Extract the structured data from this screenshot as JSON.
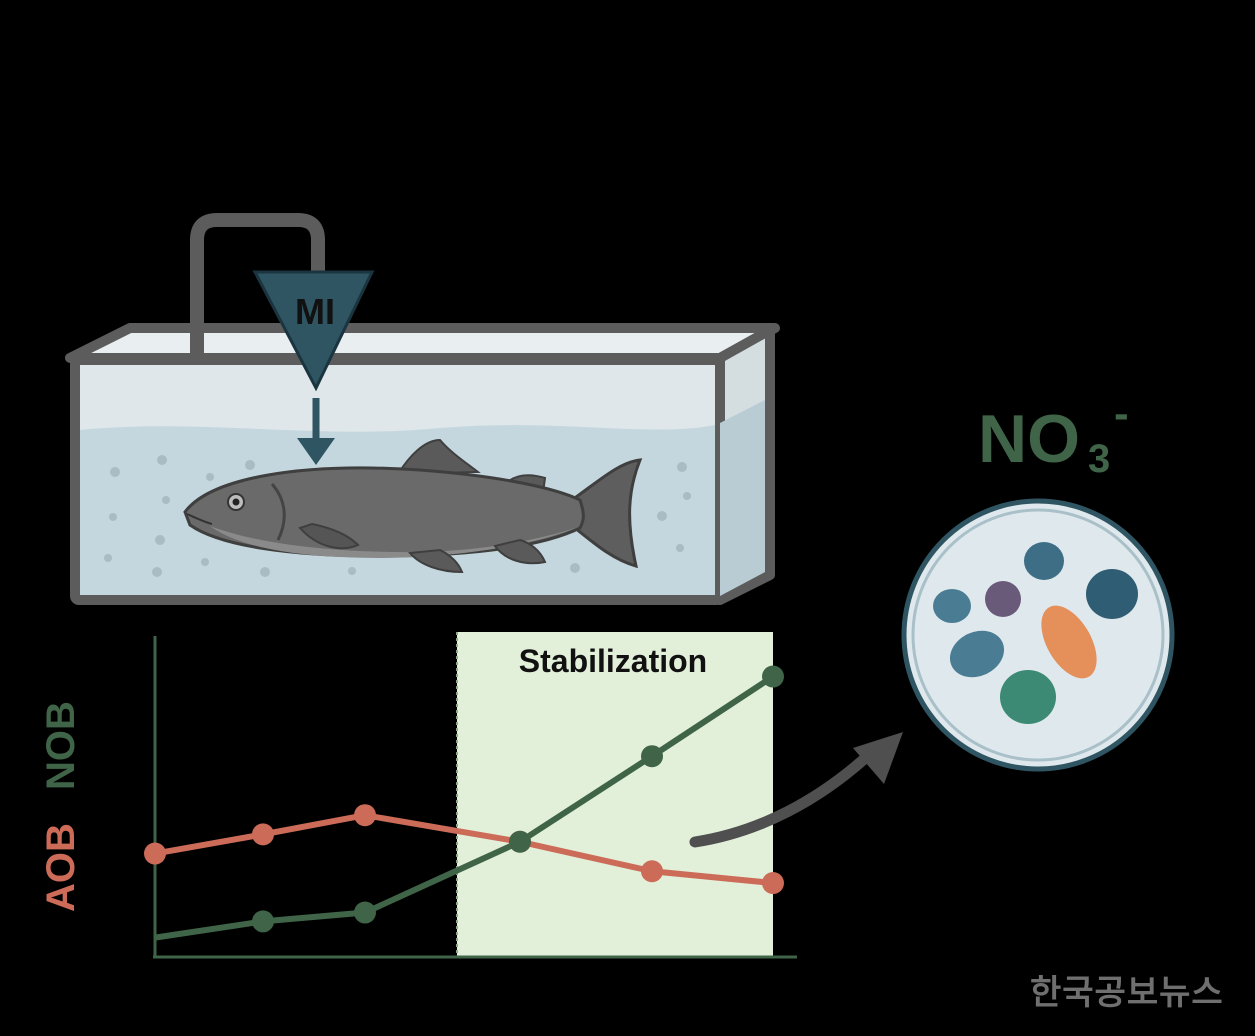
{
  "tank_label": "MI",
  "ion": {
    "base": "NO",
    "subscript": "3",
    "superscript": "-"
  },
  "chart_data": {
    "type": "line",
    "title": "",
    "xlabel": "",
    "ylabel_parts": [
      "AOB",
      "NOB"
    ],
    "x": [
      1,
      2,
      3,
      4,
      5,
      6
    ],
    "series": [
      {
        "name": "AOB",
        "color": "#cc6b57",
        "values": [
          0.62,
          0.75,
          0.88,
          0.7,
          0.5,
          0.42
        ]
      },
      {
        "name": "NOB",
        "color": "#3f6447",
        "values": [
          0.05,
          0.16,
          0.22,
          0.7,
          1.28,
          1.82
        ]
      }
    ],
    "highlight_region": {
      "label": "Stabilization",
      "x_from": 3.9,
      "x_to": 6.0
    },
    "ylim": [
      0,
      2
    ],
    "grid": false,
    "legend": "none"
  },
  "colors": {
    "aob": "#cc6b57",
    "nob": "#3f6447",
    "stabilization_fill": "#e2efd9",
    "ion_text": "#3f6447",
    "funnel": "#2f5563"
  },
  "icons": [
    "fish-icon",
    "funnel-icon",
    "pipe-icon",
    "petri-dish-icon",
    "curved-arrow-icon"
  ],
  "watermark": "한국공보뉴스"
}
